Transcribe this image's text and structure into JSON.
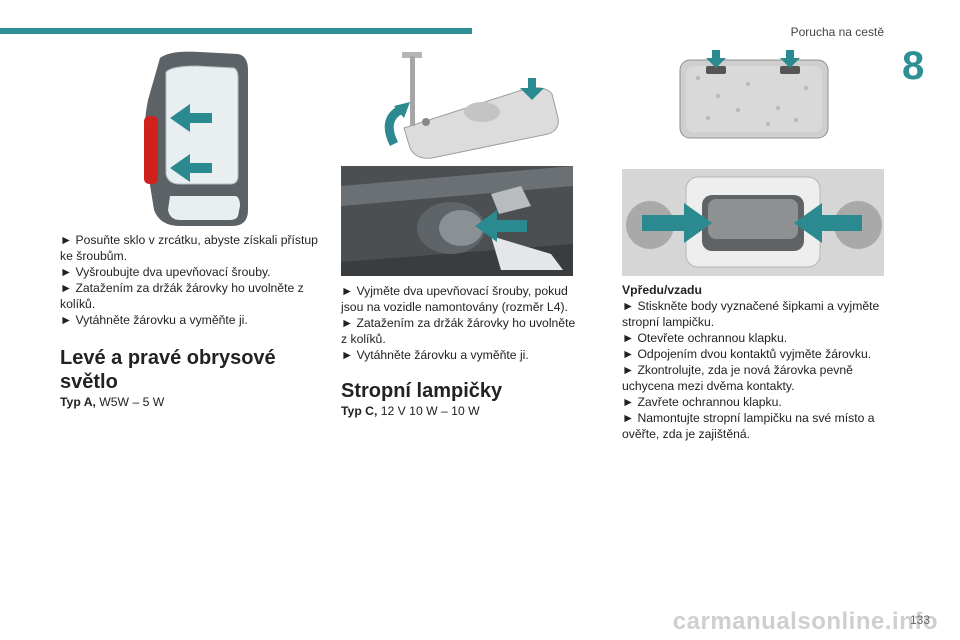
{
  "header": {
    "title": "Porucha na cestě",
    "chapter": "8"
  },
  "page_number": "133",
  "watermark": "carmanualsonline.info",
  "col1": {
    "steps": [
      "► Posuňte sklo v zrcátku, abyste získali přístup ke šroubům.",
      "► Vyšroubujte dva upevňovací šrouby.",
      "► Zatažením za držák žárovky ho uvolněte z kolíků.",
      "► Vytáhněte žárovku a vyměňte ji."
    ],
    "heading": "Levé a pravé obrysové světlo",
    "type_label": "Typ A,",
    "type_value": " W5W – 5 W"
  },
  "col2": {
    "steps": [
      "► Vyjměte dva upevňovací šrouby, pokud jsou na vozidle namontovány (rozměr L4).",
      "► Zatažením za držák žárovky ho uvolněte z kolíků.",
      "► Vytáhněte žárovku a vyměňte ji."
    ],
    "heading": "Stropní lampičky",
    "type_label": "Typ C,",
    "type_value": " 12 V 10 W – 10 W"
  },
  "col3": {
    "subheading": "Vpředu/vzadu",
    "steps": [
      "► Stiskněte body vyznačené šipkami a vyjměte stropní lampičku.",
      "► Otevřete ochrannou klapku.",
      "► Odpojením dvou kontaktů vyjměte žárovku.",
      "► Zkontrolujte, zda je nová žárovka pevně uchycena mezi dvěma kontakty.",
      "► Zavřete ochrannou klapku.",
      "► Namontujte stropní lampičku na své místo a ověřte, zda je zajištěná."
    ]
  },
  "colors": {
    "accent": "#2e8f95",
    "arrow": "#2a8a8f",
    "lamp_red": "#d0211d"
  },
  "icons": [
    "mirror-illustration",
    "screw-removal-illustration",
    "bulb-holder-illustration",
    "ceiling-lamp-top-illustration",
    "ceiling-lamp-side-illustration"
  ]
}
